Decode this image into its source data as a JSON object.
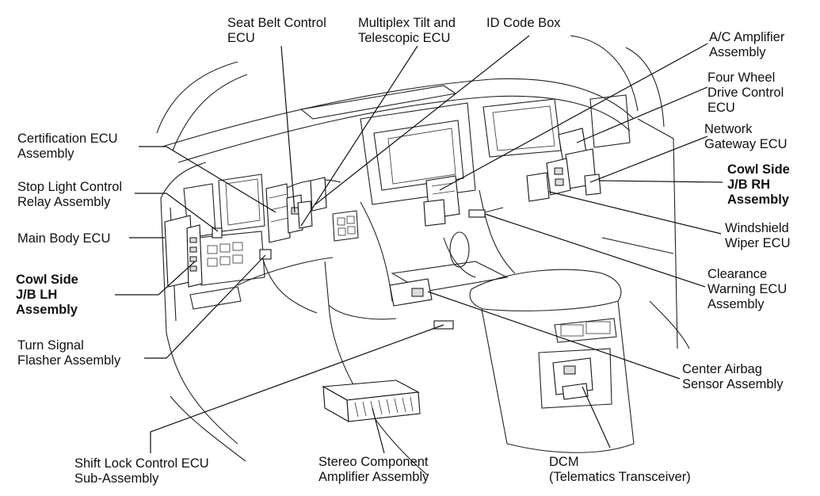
{
  "labels": {
    "seat_belt": [
      "Seat Belt Control",
      "ECU"
    ],
    "multiplex_tilt": [
      "Multiplex Tilt and",
      "Telescopic ECU"
    ],
    "id_code_box": [
      "ID Code Box"
    ],
    "ac_amplifier": [
      "A/C Amplifier",
      "Assembly"
    ],
    "four_wheel": [
      "Four Wheel",
      "Drive Control",
      "ECU"
    ],
    "network_gateway": [
      "Network",
      "Gateway ECU"
    ],
    "cowl_side_rh": [
      "Cowl Side",
      "J/B RH",
      "Assembly"
    ],
    "windshield_wiper": [
      "Windshield",
      "Wiper ECU"
    ],
    "clearance_warning": [
      "Clearance",
      "Warning ECU",
      "Assembly"
    ],
    "center_airbag": [
      "Center Airbag",
      "Sensor Assembly"
    ],
    "dcm": [
      "DCM",
      "(Telematics Transceiver)"
    ],
    "stereo_component": [
      "Stereo Component",
      "Amplifier Assembly"
    ],
    "shift_lock": [
      "Shift Lock Control ECU",
      "Sub-Assembly"
    ],
    "turn_signal": [
      "Turn Signal",
      "Flasher Assembly"
    ],
    "cowl_side_lh": [
      "Cowl Side",
      "J/B LH",
      "Assembly"
    ],
    "main_body": [
      "Main Body ECU"
    ],
    "stop_light": [
      "Stop Light Control",
      "Relay Assembly"
    ],
    "certification": [
      "Certification ECU",
      "Assembly"
    ]
  }
}
